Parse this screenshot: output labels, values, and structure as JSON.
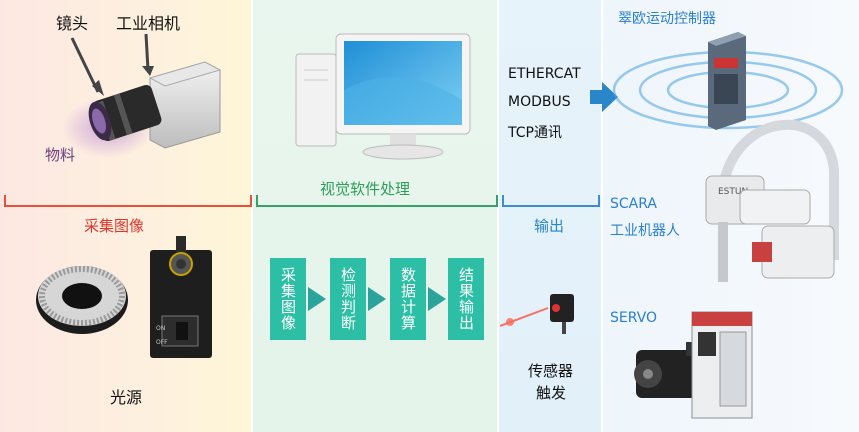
{
  "camera": {
    "lens_label": "镜头",
    "camera_label": "工业相机",
    "object_label": "物料"
  },
  "section_capture": "采集图像",
  "section_vision": "视觉软件处理",
  "section_output": "输出",
  "light_label": "光源",
  "steps": [
    "采集图像",
    "检测判断",
    "数据计算",
    "结果输出"
  ],
  "protocols": [
    "ETHERCAT",
    "MODBUS",
    "TCP通讯"
  ],
  "sensor_label": [
    "传感器",
    "触发"
  ],
  "controller_label": "翠欧运动控制器",
  "scara_label": [
    "SCARA",
    "工业机器人"
  ],
  "servo_label": "SERVO",
  "robot_brand": "ESTUN",
  "switch_on": "ON",
  "switch_off": "OFF",
  "colors": {
    "capture": "#e0352b",
    "vision": "#2e9e5b",
    "output": "#2a86c9",
    "step": "#2cbfa6"
  }
}
